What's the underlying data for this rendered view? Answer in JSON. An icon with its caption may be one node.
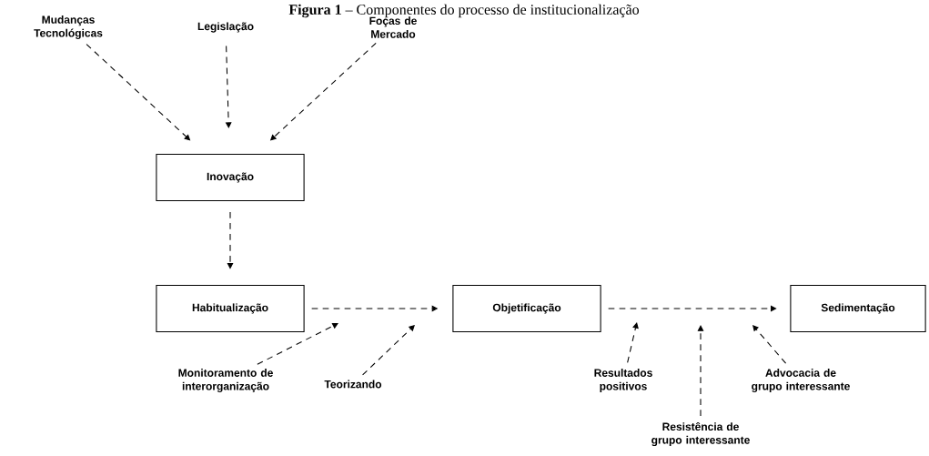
{
  "diagram": {
    "title": "**Figura 1** – Componentes do processo de institucionalização",
    "nodes": [
      {
        "text": [
          "Mudanças Tecnológicas"
        ]
      },
      {
        "text": [
          "Legislação"
        ]
      },
      {
        "text": [
          "Foças de Mercado"
        ]
      },
      {
        "text": [
          "Inovação"
        ]
      },
      {
        "text": [
          "Habitualização"
        ]
      },
      {
        "text": [
          "Objetificação"
        ]
      },
      {
        "text": [
          "Sedimentação"
        ]
      },
      {
        "text": [
          "Monitoramento de interorganização"
        ]
      },
      {
        "text": [
          "Teorizando"
        ]
      },
      {
        "text": [
          "Resultados positivos"
        ]
      },
      {
        "text": [
          "Resistência de grupo interessante"
        ]
      },
      {
        "text": [
          "Advocacia de grupo interessante"
        ]
      }
    ],
    "edges": [
      {
        "from": 0,
        "to": 3,
        "arrow": "to"
      },
      {
        "from": 1,
        "to": 3,
        "arrow": "to"
      },
      {
        "from": 2,
        "to": 3,
        "arrow": "to"
      },
      {
        "from": 3,
        "to": 4,
        "arrow": "to"
      },
      {
        "from": 4,
        "to": 5,
        "arrow": "to"
      },
      {
        "from": 5,
        "to": 6,
        "arrow": "to"
      },
      {
        "from": 7,
        "to": null,
        "arrow": "to"
      },
      {
        "from": 8,
        "to": null,
        "arrow": "to"
      },
      {
        "from": 9,
        "to": null,
        "arrow": "to"
      },
      {
        "from": 10,
        "to": null,
        "arrow": "to"
      },
      {
        "from": 11,
        "to": null,
        "arrow": "to"
      }
    ]
  }
}
